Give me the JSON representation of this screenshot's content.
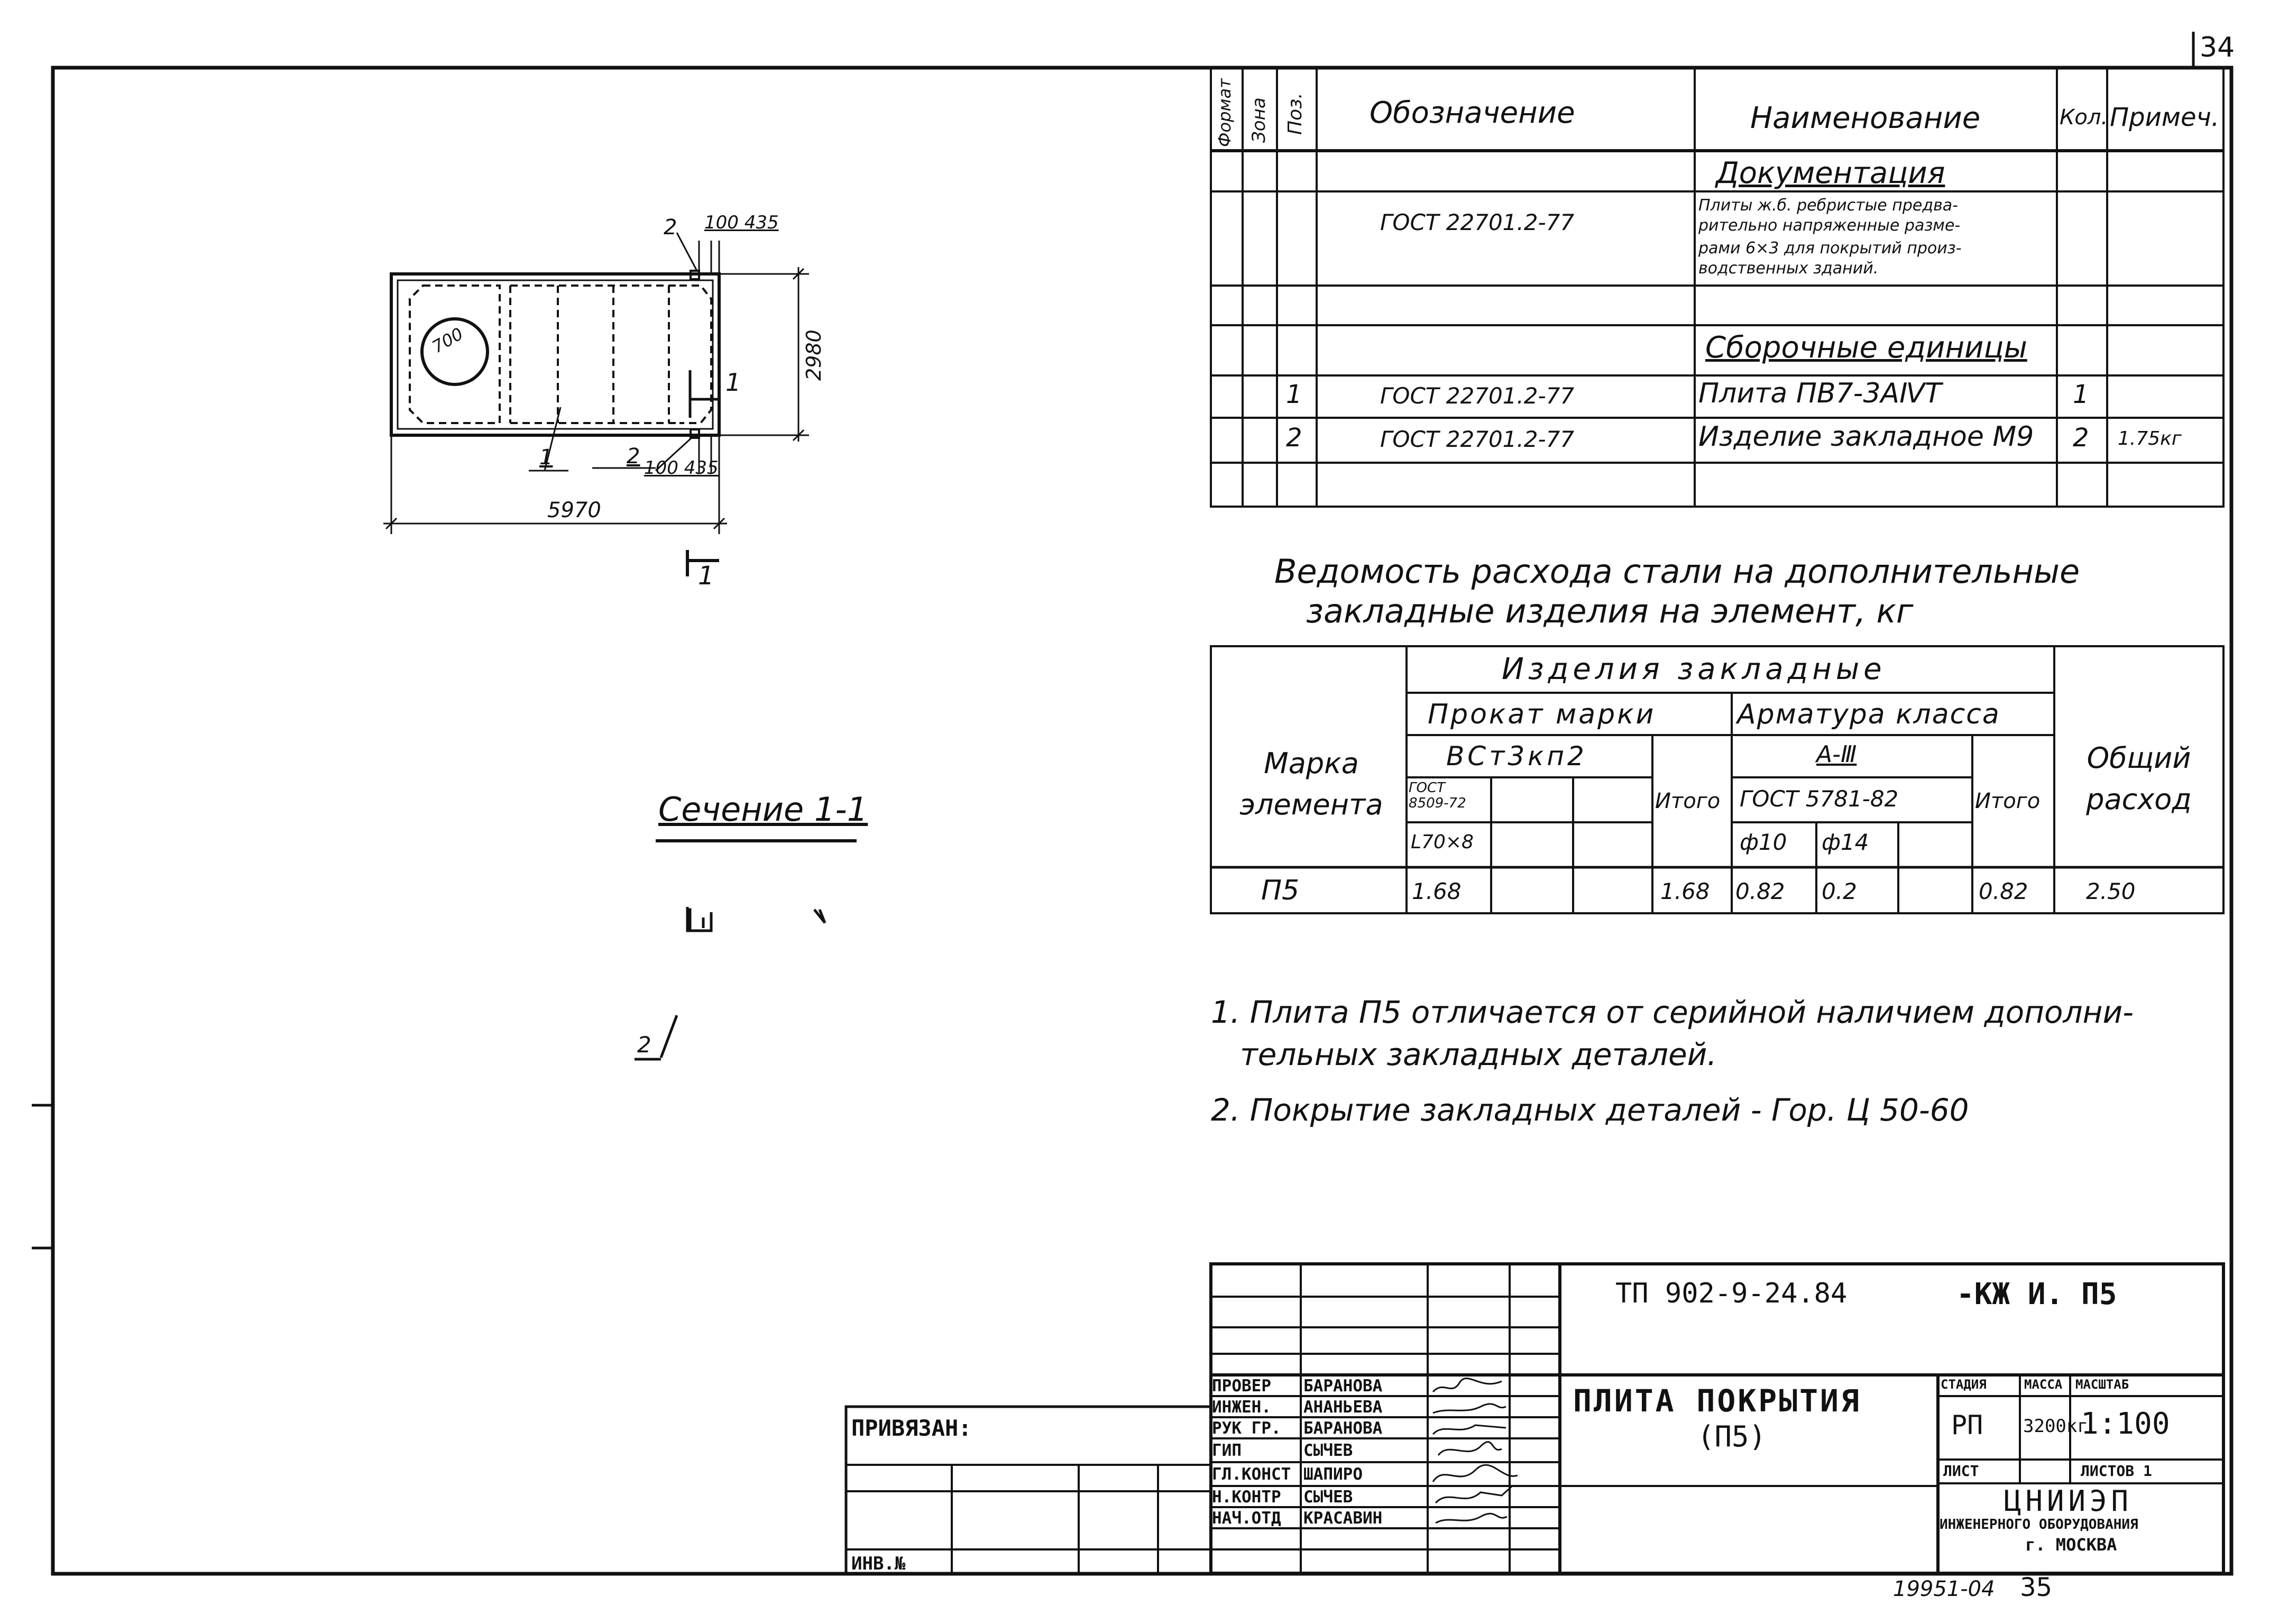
{
  "sheet_number": "34",
  "spec": {
    "headers": {
      "format": "Формат",
      "zone": "Зона",
      "pos": "Поз.",
      "designation": "Обозначение",
      "name": "Наименование",
      "qty": "Кол.",
      "note": "Примеч."
    },
    "section_documentation": "Документация",
    "doc_designation": "ГОСТ 22701.2-77",
    "doc_name_lines": [
      "Плиты ж.б. ребристые предва-",
      "рительно напряженные разме-",
      "рами 6×3 для покрытий произ-",
      "водственных зданий."
    ],
    "section_assembly": "Сборочные единицы",
    "rows": [
      {
        "pos": "1",
        "designation": "ГОСТ 22701.2-77",
        "name": "Плита ПВ7-3АⅣТ",
        "qty": "1",
        "note": ""
      },
      {
        "pos": "2",
        "designation": "ГОСТ 22701.2-77",
        "name": "Изделие закладное М9",
        "qty": "2",
        "note": "1.75кг"
      }
    ]
  },
  "plan": {
    "dim_length": "5970",
    "dim_width": "2980",
    "dim_top": "100 435",
    "dim_bottom": "100 435",
    "hole_label": "700",
    "callouts": {
      "c1": "1",
      "c2": "2",
      "c2b": "2",
      "c1b": "1"
    },
    "section_mark_right": "1",
    "section_mark_bottom": "1"
  },
  "section_view": {
    "title": "Сечение 1-1",
    "callout": "2"
  },
  "steel": {
    "title_line1": "Ведомость расхода стали на дополнительные",
    "title_line2": "закладные изделия на элемент, кг",
    "h_mark": "Марка элемента",
    "h_items": "Изделия закладные",
    "h_rolled": "Прокат марки",
    "h_rebar": "Арматура класса",
    "h_total_all": "Общий расход",
    "h_steel_grade": "ВСт3кп2",
    "h_rebar_class": "А-Ⅲ",
    "h_gost_rolled": "ГОСТ 8509-72",
    "h_angle": "L70×8",
    "h_gost_rebar": "ГОСТ 5781-82",
    "h_d10": "ф10",
    "h_d14": "ф14",
    "h_total": "Итого",
    "row": {
      "mark": "П5",
      "angle": "1.68",
      "rolled_total": "1.68",
      "d10": "0.82",
      "d14": "0.2",
      "rebar_total": "0.82",
      "overall": "2.50"
    }
  },
  "notes": [
    "1. Плита П5 отличается от серийной наличием дополни-",
    "тельных закладных деталей.",
    "2. Покрытие закладных деталей - Гор. Ц 50-60"
  ],
  "title_block": {
    "code": "ТП 902-9-24.84",
    "code_suffix": "-КЖ И. П5",
    "title_line1": "ПЛИТА ПОКРЫТИЯ",
    "title_line2": "(П5)",
    "stage_h": "СТАДИЯ",
    "mass_h": "МАССА",
    "scale_h": "МАСШТАБ",
    "stage": "РП",
    "mass": "3200кг",
    "scale": "1:100",
    "sheet_h": "ЛИСТ",
    "sheets_h": "ЛИСТОВ 1",
    "org1": "ЦНИИЭП",
    "org2": "ИНЖЕНЕРНОГО ОБОРУДОВАНИЯ",
    "org3": "г. МОСКВА",
    "attached": "ПРИВЯЗАН:",
    "inv": "ИНВ.№",
    "staff": [
      {
        "role": "ПРОВЕР",
        "name": "БАРАНОВА"
      },
      {
        "role": "ИНЖЕН.",
        "name": "АНАНЬЕВА"
      },
      {
        "role": "РУК ГР.",
        "name": "БАРАНОВА"
      },
      {
        "role": "ГИП",
        "name": "СЫЧЕВ"
      },
      {
        "role": "ГЛ.КОНСТ",
        "name": "ШАПИРО"
      },
      {
        "role": "Н.КОНТР",
        "name": "СЫЧЕВ"
      },
      {
        "role": "НАЧ.ОТД",
        "name": "КРАСАВИН"
      }
    ]
  },
  "archive_number": "19951-04",
  "bottom_number": "35"
}
